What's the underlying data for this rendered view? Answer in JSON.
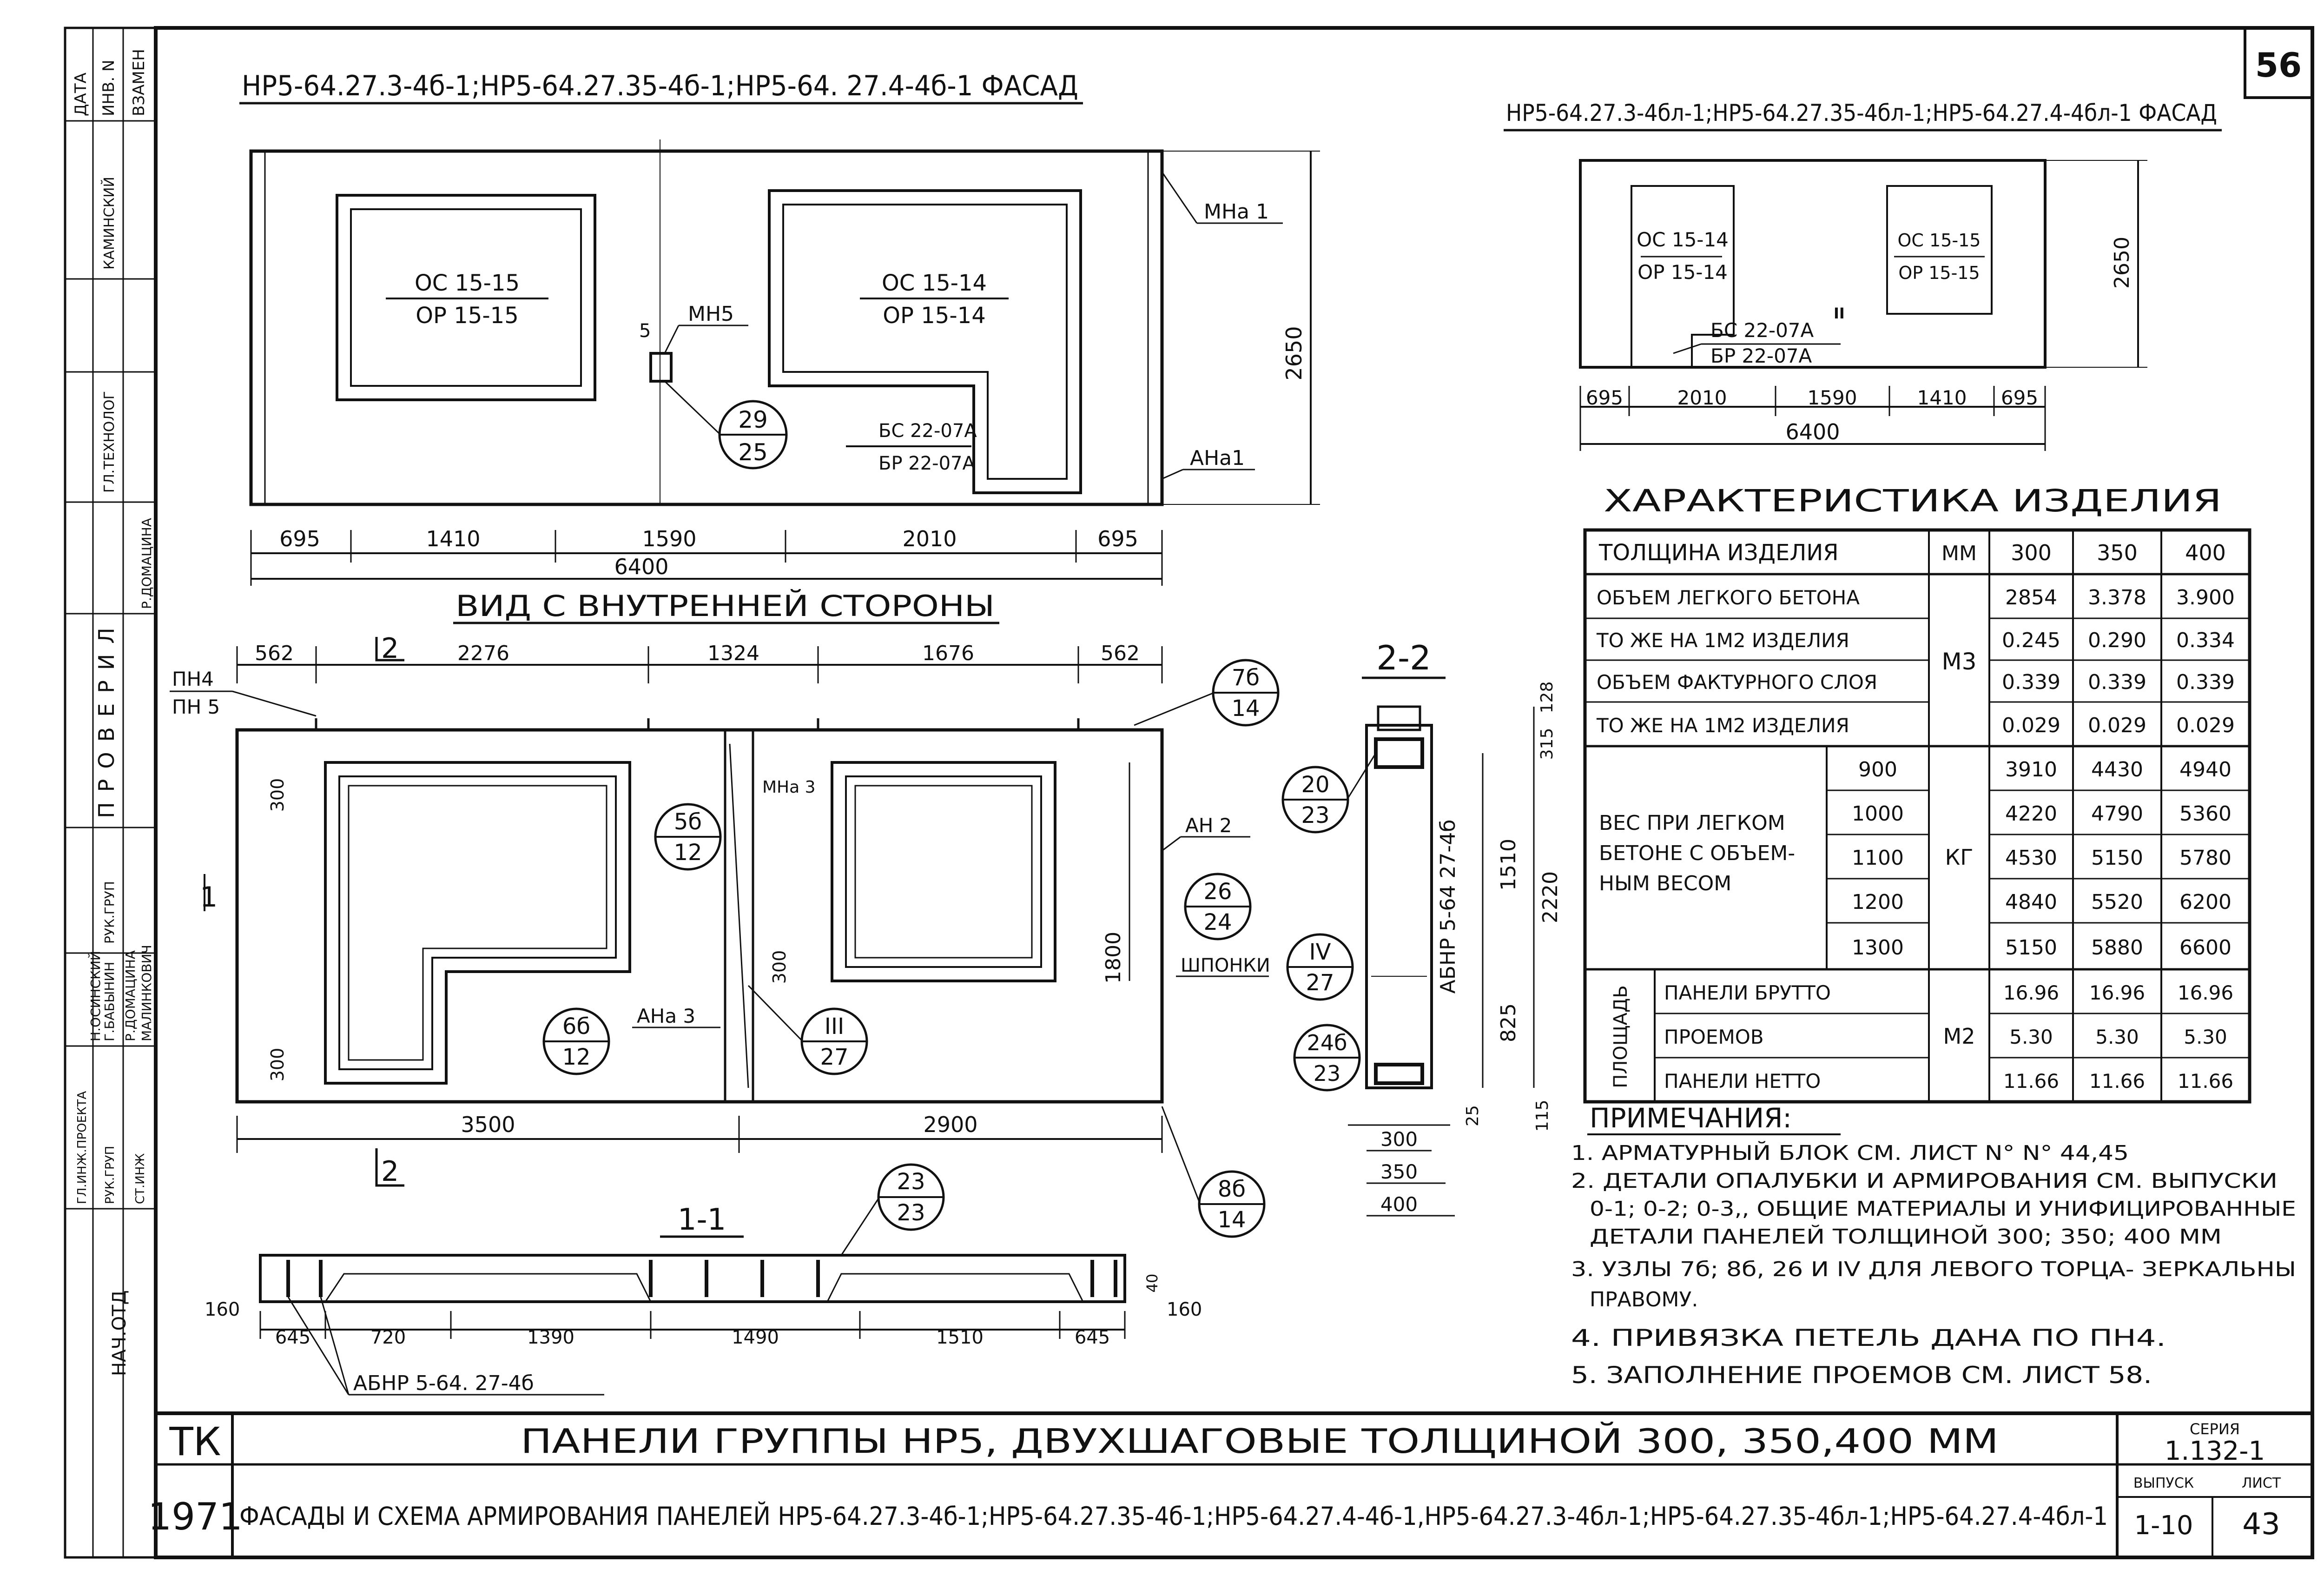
{
  "sheet": {
    "page_number": "56",
    "series_label": "СЕРИЯ",
    "series": "1.132-1",
    "issue_label": "ВЫПУСК",
    "issue": "1-10",
    "sheet_label": "ЛИСТ",
    "sheet": "43",
    "org": "ТК",
    "year": "1971",
    "title_main": "ПАНЕЛИ ГРУППЫ НР5, ДВУХШАГОВЫЕ ТОЛЩИНОЙ 300, 350,400 ММ",
    "title_sub": "ФАСАДЫ И СХЕМА АРМИРОВАНИЯ ПАНЕЛЕЙ НР5-64.27.3-4б-1;НР5-64.27.35-4б-1;НР5-64.27.4-4б-1,НР5-64.27.3-4бл-1;НР5-64.27.35-4бл-1;НР5-64.27.4-4бл-1"
  },
  "stamp": {
    "top": [
      "ВЗАМЕН",
      "ИНВ. N",
      "ДАТА"
    ],
    "approvals": [
      "КАМИНСКИЙ",
      "ГЛ.ТЕХНОЛОГ",
      "ПРОВЕРИЛ",
      "Р.ДОМАЦИНА",
      "РУК.ГРУП",
      "МАЛИНКОВИЧ",
      "Р.ДОМАЦИНА",
      "Г.БАБЫНИН",
      "Н.ОСИНСКИЙ",
      "ГЛ.ИНЖ.ПРОЕКТА",
      "РУК.ГРУП",
      "СТ.ИНЖ",
      "НАЧ.ОТД"
    ]
  },
  "facade1": {
    "title": "НР5-64.27.3-4б-1;НР5-64.27.35-4б-1;НР5-64. 27.4-4б-1 ФАСАД",
    "window1_top": "ОС 15-15",
    "window1_bot": "ОР 15-15",
    "window2_top": "ОС 15-14",
    "window2_bot": "ОР 15-14",
    "door_top": "БС 22-07А",
    "door_bot": "БР 22-07А",
    "mn5": "МН5",
    "mn5_num": "5",
    "node_top": "29",
    "node_bot": "25",
    "mna1": "МНа 1",
    "ana1": "АНа1",
    "height": "2650",
    "dims": [
      "695",
      "1410",
      "1590",
      "2010",
      "695"
    ],
    "total": "6400"
  },
  "facade2": {
    "title": "НР5-64.27.3-4бл-1;НР5-64.27.35-4бл-1;НР5-64.27.4-4бл-1 ФАСАД",
    "window1_top": "ОС 15-14",
    "window1_bot": "ОР 15-14",
    "window2_top": "ОС 15-15",
    "window2_bot": "ОР 15-15",
    "door_top": "БС 22-07А",
    "door_bot": "БР 22-07А",
    "mark": "II",
    "height": "2650",
    "dims": [
      "695",
      "2010",
      "1590",
      "1410",
      "695"
    ],
    "total": "6400"
  },
  "inner": {
    "title": "ВИД С ВНУТРЕННЕЙ СТОРОНЫ",
    "pn4": "ПН4",
    "pn5": "ПН 5",
    "top_dims": [
      "562",
      "2276",
      "1324",
      "1676",
      "562"
    ],
    "bottom_dims": [
      "3500",
      "2900"
    ],
    "cut1": "1",
    "cut2": "2",
    "h300a": "300",
    "h300b": "300",
    "h300c": "300",
    "h1800": "1800",
    "mna3": "МНа 3",
    "an2": "АН 2",
    "ana3": "АНа 3",
    "shponki": "ШПОНКИ",
    "nodes": [
      {
        "top": "7б",
        "bot": "14"
      },
      {
        "top": "5б",
        "bot": "12"
      },
      {
        "top": "26",
        "bot": "24"
      },
      {
        "top": "IV",
        "bot": "27"
      },
      {
        "top": "6б",
        "bot": "12"
      },
      {
        "top": "III",
        "bot": "27"
      },
      {
        "top": "8б",
        "bot": "14"
      }
    ]
  },
  "section22": {
    "title": "2-2",
    "dims_right": [
      "128",
      "315",
      "1510",
      "2220",
      "825",
      "25",
      "115"
    ],
    "label": "АБНР 5-64 27-4б",
    "node1_top": "20",
    "node1_bot": "23",
    "node2_top": "24б",
    "node2_bot": "23",
    "thick": [
      "300",
      "350",
      "400"
    ]
  },
  "section11": {
    "title": "1-1",
    "node_top": "23",
    "node_bot": "23",
    "dims": [
      "645",
      "720",
      "1390",
      "1490",
      "1510",
      "645"
    ],
    "side_left": "160",
    "side_right": "160",
    "h40": "40",
    "label": "АБНР 5-64. 27-4б"
  },
  "characteristics": {
    "title": "ХАРАКТЕРИСТИКА ИЗДЕЛИЯ",
    "thickness_label": "ТОЛЩИНА ИЗДЕЛИЯ",
    "unit_mm": "ММ",
    "thicknesses": [
      "300",
      "350",
      "400"
    ],
    "unit_m3": "М3",
    "rows": [
      {
        "label": "ОБЪЕМ ЛЕГКОГО БЕТОНА",
        "values": [
          "2854",
          "3.378",
          "3.900"
        ]
      },
      {
        "label": "ТО ЖЕ НА 1М2 ИЗДЕЛИЯ",
        "values": [
          "0.245",
          "0.290",
          "0.334"
        ]
      },
      {
        "label": "ОБЪЕМ ФАКТУРНОГО СЛОЯ",
        "values": [
          "0.339",
          "0.339",
          "0.339"
        ]
      },
      {
        "label": "ТО ЖЕ НА 1М2 ИЗДЕЛИЯ",
        "values": [
          "0.029",
          "0.029",
          "0.029"
        ]
      }
    ],
    "weight_label": [
      "ВЕС ПРИ ЛЕГКОМ",
      "БЕТОНЕ С ОБЪЕМ-",
      "НЫМ ВЕСОМ"
    ],
    "unit_kg": "КГ",
    "weights": [
      {
        "density": "900",
        "values": [
          "3910",
          "4430",
          "4940"
        ]
      },
      {
        "density": "1000",
        "values": [
          "4220",
          "4790",
          "5360"
        ]
      },
      {
        "density": "1100",
        "values": [
          "4530",
          "5150",
          "5780"
        ]
      },
      {
        "density": "1200",
        "values": [
          "4840",
          "5520",
          "6200"
        ]
      },
      {
        "density": "1300",
        "values": [
          "5150",
          "5880",
          "6600"
        ]
      }
    ],
    "area_label": "ПЛОЩАДЬ",
    "unit_m2": "М2",
    "areas": [
      {
        "label": "ПАНЕЛИ БРУТТО",
        "values": [
          "16.96",
          "16.96",
          "16.96"
        ]
      },
      {
        "label": "ПРОЕМОВ",
        "values": [
          "5.30",
          "5.30",
          "5.30"
        ]
      },
      {
        "label": "ПАНЕЛИ НЕТТО",
        "values": [
          "11.66",
          "11.66",
          "11.66"
        ]
      }
    ]
  },
  "notes": {
    "title": "ПРИМЕЧАНИЯ:",
    "lines": [
      "1. АРМАТУРНЫЙ БЛОК СМ. ЛИСТ N° N° 44,45",
      "2. ДЕТАЛИ ОПАЛУБКИ И АРМИРОВАНИЯ СМ. ВЫПУСКИ",
      "0-1; 0-2; 0-3,, ОБЩИЕ МАТЕРИАЛЫ И УНИФИЦИРОВАННЫЕ",
      "ДЕТАЛИ ПАНЕЛЕЙ ТОЛЩИНОЙ 300; 350; 400 ММ",
      "3. УЗЛЫ 7б; 8б, 26 И IV ДЛЯ ЛЕВОГО ТОРЦА- ЗЕРКАЛЬНЫ",
      "ПРАВОМУ.",
      "4. ПРИВЯЗКА ПЕТЕЛЬ ДАНА ПО ПН4.",
      "5. ЗАПОЛНЕНИЕ ПРОЕМОВ СМ. ЛИСТ 58."
    ]
  }
}
